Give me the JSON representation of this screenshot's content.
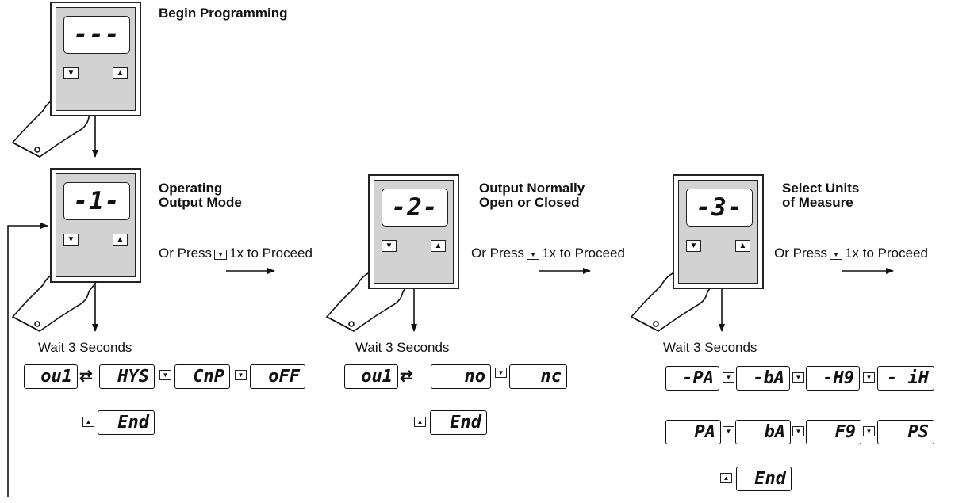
{
  "begin": {
    "title": "Begin Programming",
    "display": "---"
  },
  "steps": [
    {
      "title_line1": "Operating",
      "title_line2": "Output Mode",
      "display": "-1-",
      "proceed": {
        "prefix": "Or Press",
        "suffix": "1x to Proceed"
      },
      "wait": "Wait 3 Seconds",
      "options": [
        "ou1",
        "HYS",
        "CnP",
        "oFF"
      ],
      "end": "End"
    },
    {
      "title_line1": "Output Normally",
      "title_line2": "Open or Closed",
      "display": "-2-",
      "proceed": {
        "prefix": "Or Press",
        "suffix": "1x to Proceed"
      },
      "wait": "Wait 3 Seconds",
      "options": [
        "ou1",
        "no",
        "nc"
      ],
      "end": "End"
    },
    {
      "title_line1": "Select Units",
      "title_line2": "of Measure",
      "display": "-3-",
      "proceed": {
        "prefix": "Or Press",
        "suffix": "1x to Proceed"
      },
      "wait": "Wait 3 Seconds",
      "options_row1": [
        "-PA",
        "-bA",
        "-H9",
        "- iH"
      ],
      "options_row2": [
        "PA",
        "bA",
        "F9",
        "PS"
      ],
      "end": "End"
    }
  ],
  "icons": {
    "down_key": "▼",
    "up_key": "▲",
    "swap": "⇄"
  }
}
